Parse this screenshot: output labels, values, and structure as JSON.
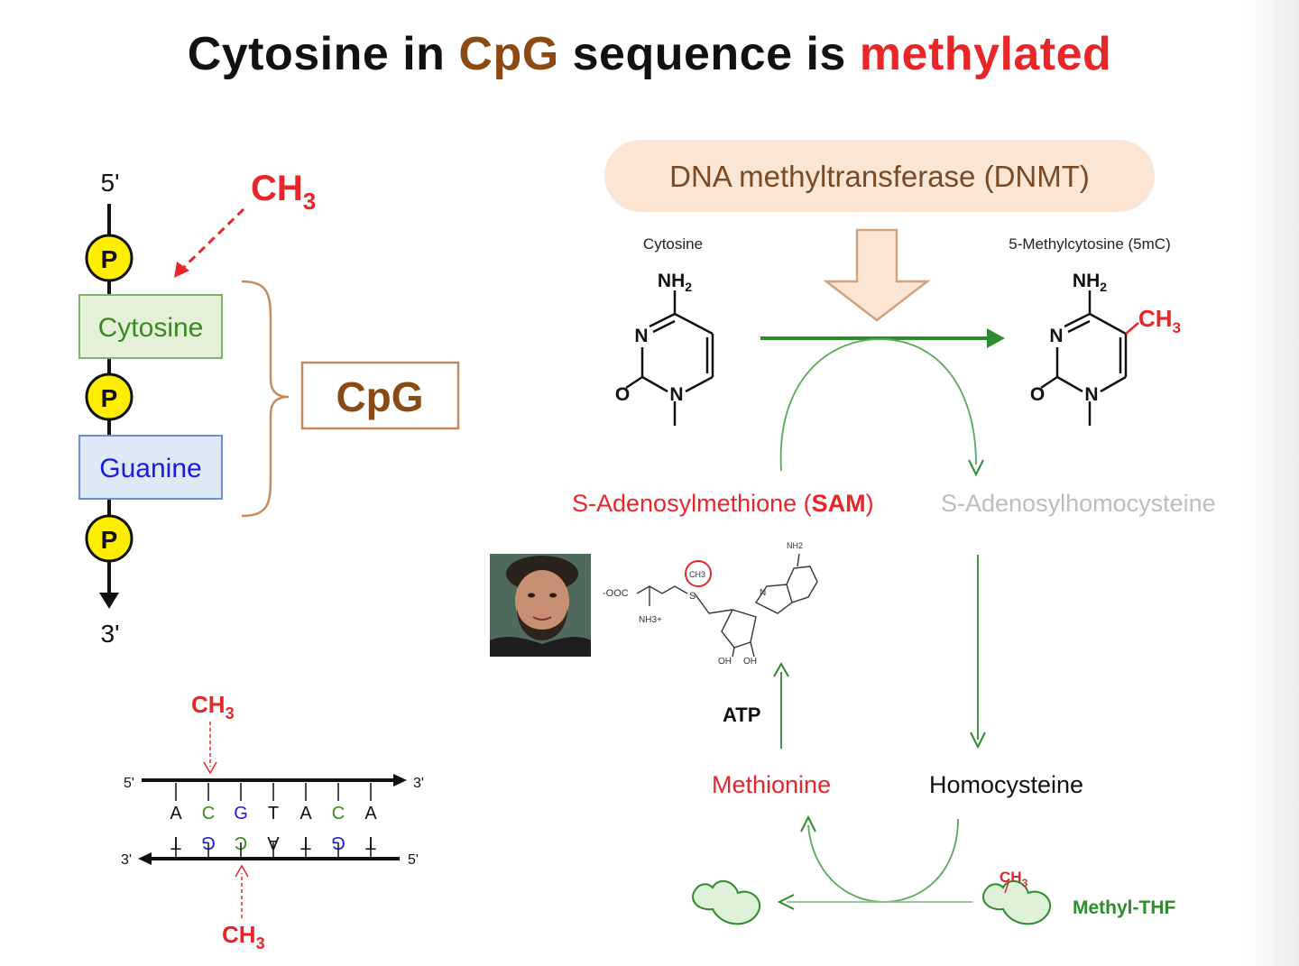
{
  "title": {
    "part1": "Cytosine in ",
    "part2": "CpG",
    "part3": " sequence is ",
    "part4": "methylated"
  },
  "strand": {
    "five_prime": "5'",
    "three_prime": "3'",
    "ch3_main": "CH",
    "ch3_sub": "3",
    "phosphate": "P",
    "cytosine": "Cytosine",
    "guanine": "Guanine",
    "cpg_box": "CpG"
  },
  "duplex": {
    "ch3_top_main": "CH",
    "ch3_top_sub": "3",
    "ch3_bottom_main": "CH",
    "ch3_bottom_sub": "3",
    "top_left": "5'",
    "top_right": "3'",
    "bottom_left": "3'",
    "bottom_right": "5'",
    "top_bases": [
      "A",
      "C",
      "G",
      "T",
      "A",
      "C",
      "A"
    ],
    "bottom_bases": [
      "T",
      "G",
      "C",
      "A",
      "T",
      "G",
      "T"
    ]
  },
  "pathway": {
    "dnmt": "DNA methyltransferase (DNMT)",
    "cytosine_label": "Cytosine",
    "mc_label": "5-Methylcytosine (5mC)",
    "nh2_main": "NH",
    "nh2_sub": "2",
    "ring_n": "N",
    "ring_o": "O",
    "mc_ch3_main": "CH",
    "mc_ch3_sub": "3",
    "sam_prefix": "S-Adenosylmethione (",
    "sam_bold": "SAM",
    "sam_suffix": ")",
    "sah": "S-Adenosylhomocysteine",
    "atp": "ATP",
    "methionine": "Methionine",
    "homocysteine": "Homocysteine",
    "methyl_thf": "Methyl-THF",
    "thf_ch3_main": "CH",
    "thf_ch3_sub": "3",
    "sam_struct": {
      "coo": "-OOC",
      "nh3": "NH3+",
      "s": "S",
      "ch3": "CH3",
      "nh2": "NH2",
      "oh1": "OH",
      "oh2": "OH",
      "n": "N"
    }
  },
  "colors": {
    "red": "#e8262a",
    "brown": "#8b4a14",
    "green": "#2e8b2e",
    "blue": "#1a1ae0",
    "cyt_green": "#3a8a1e",
    "yellow": "#ffee00",
    "dnmt_bg": "#fbe6d6",
    "gray": "#bdbdbd"
  }
}
